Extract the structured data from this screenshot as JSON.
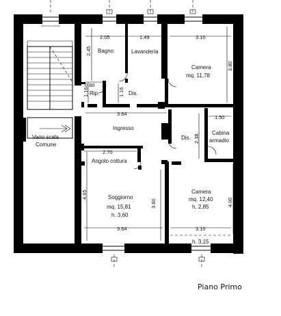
{
  "plan": {
    "title": "Piano Primo",
    "rooms": {
      "bagno": "Bagno",
      "lavanderia": "Lavanderia",
      "camera1_name": "Camera",
      "camera1_area": "mq. 11,78",
      "rip": "Rip.",
      "dis1": "Dis.",
      "dis2": "Dis.",
      "ingresso": "Ingresso",
      "cabina_line1": "Cabina",
      "cabina_line2": "armadio",
      "vano_line1": "Vano scala",
      "vano_line2": "Comune",
      "angolo": "Angolo cottura",
      "soggiorno_name": "Soggiorno",
      "soggiorno_area": "mq. 15,81",
      "soggiorno_h": "h. 3,60",
      "camera2_name": "Camera",
      "camera2_area": "mq. 12,40",
      "camera2_h": "h. 2,85",
      "camera2_h2": "h. 3,15"
    },
    "dimensions": {
      "bagno_w": "2.05",
      "lav_w": "1.49",
      "cam1_w": "3.10",
      "bagno_h": "2.45",
      "cam1_h": "3.80",
      "rip_w": "0.80",
      "rip_h": "1.16",
      "dis_h": "1.16",
      "ingresso_w": "3.64",
      "cab_w": "1.50",
      "dis2_h": "2.38",
      "angolo_w": "2.70",
      "sogg_h_left": "4.65",
      "sogg_h_right": "3.60",
      "sogg_w": "3.64",
      "cam2_h": "4.00",
      "cam2_w": "3.10"
    }
  }
}
